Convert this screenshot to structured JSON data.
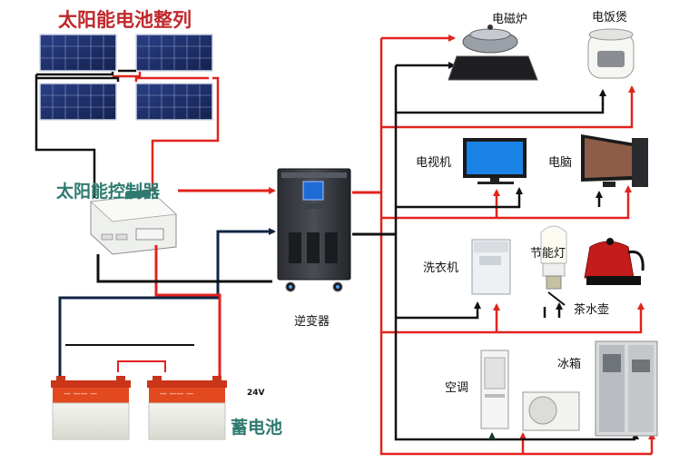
{
  "labels": {
    "solar_array": "太阳能电池整列",
    "controller": "太阳能控制器",
    "inverter": "逆变器",
    "battery": "蓄电池",
    "battery_voltage": "24V",
    "induction_cooker": "电磁炉",
    "rice_cooker": "电饭煲",
    "tv": "电视机",
    "computer": "电脑",
    "washing_machine": "洗衣机",
    "energy_saving_lamp": "节能灯",
    "kettle": "茶水壶",
    "air_conditioner": "空调",
    "refrigerator": "冰箱"
  },
  "colors": {
    "positive_wire": "#e1231d",
    "negative_wire": "#111111",
    "ac_wire": "#0f2545",
    "title_red": "#c0282a",
    "title_teal": "#2e7a70"
  }
}
